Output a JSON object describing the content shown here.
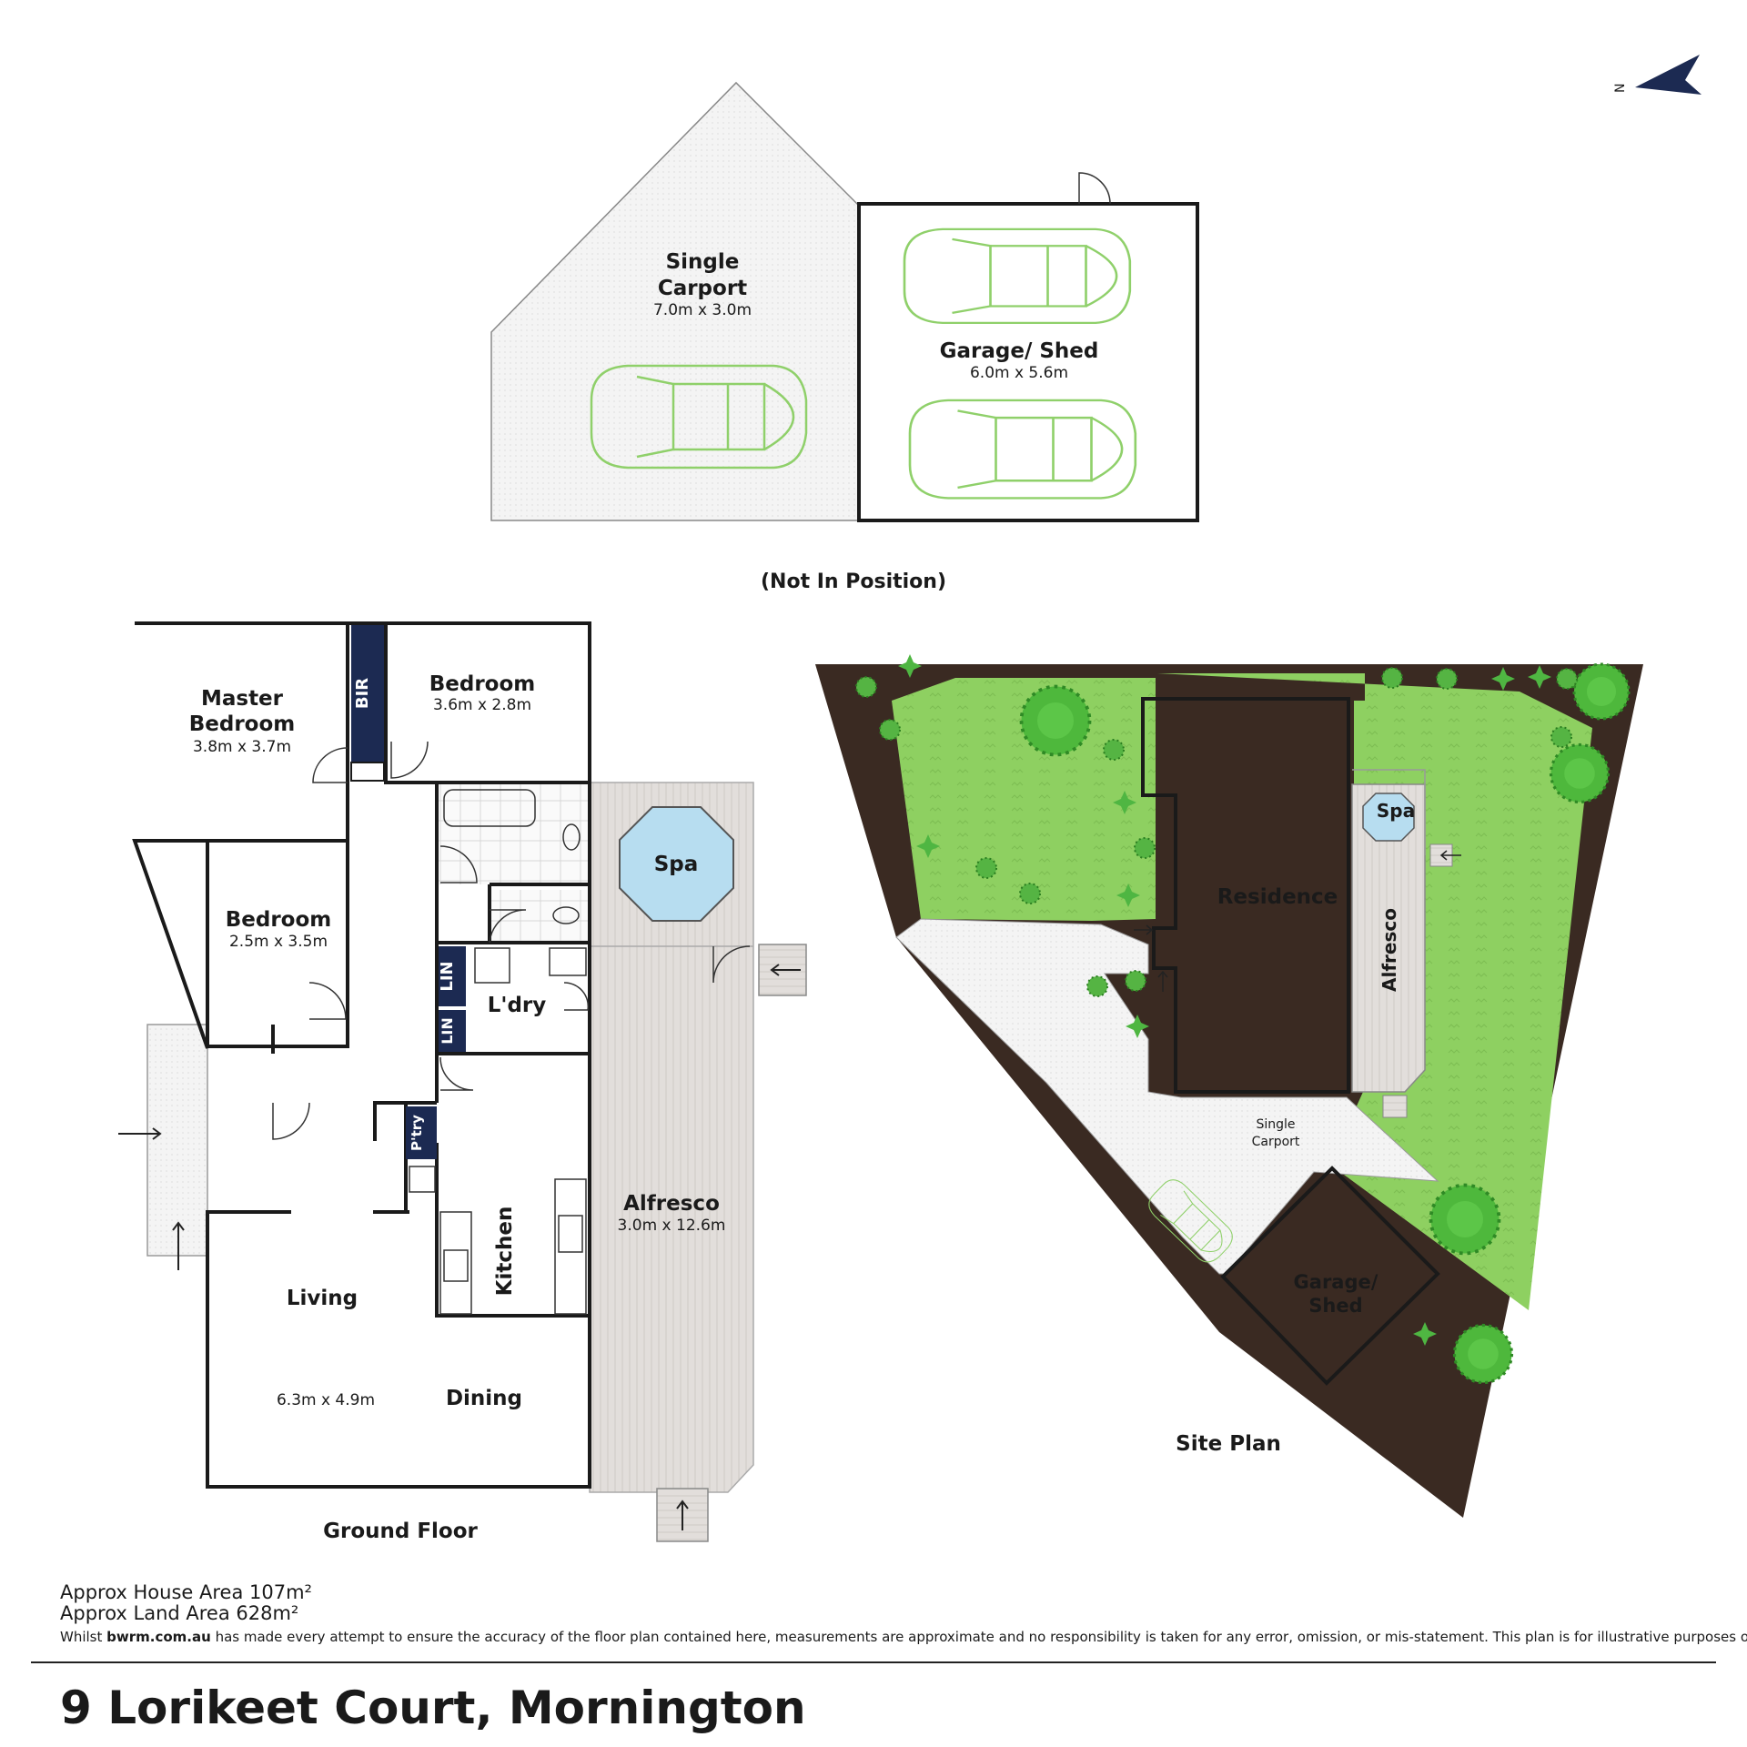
{
  "colors": {
    "wall": "#1a1a1a",
    "deck": "#e2dedb",
    "lawn": "#8ed061",
    "garden_bed": "#3a2a22",
    "robe": "#1c2a52",
    "spa_water": "#b7ddf0",
    "car_outline": "#8fd06a",
    "north_arrow": "#1c2a52"
  },
  "icons": {
    "north_arrow": "north-arrow-icon",
    "spa": "spa-icon",
    "car": "car-icon",
    "tree": "tree-icon",
    "entry_arrow": "entry-arrow-icon"
  },
  "north": {
    "label": "N"
  },
  "outbuildings": {
    "carport": {
      "name_line1": "Single",
      "name_line2": "Carport",
      "dims": "7.0m x 3.0m"
    },
    "garage": {
      "name": "Garage/ Shed",
      "dims": "6.0m x 5.6m"
    },
    "caption": "(Not In Position)"
  },
  "ground_floor": {
    "caption": "Ground Floor",
    "rooms": {
      "master": {
        "name_line1": "Master",
        "name_line2": "Bedroom",
        "dims": "3.8m x 3.7m"
      },
      "bir": {
        "name": "BIR"
      },
      "bedroom_top": {
        "name": "Bedroom",
        "dims": "3.6m x 2.8m"
      },
      "bedroom_side": {
        "name": "Bedroom",
        "dims": "2.5m x 3.5m"
      },
      "spa": {
        "name": "Spa"
      },
      "lin1": {
        "name": "LIN"
      },
      "lin2": {
        "name": "LIN"
      },
      "laundry": {
        "name": "L'dry"
      },
      "pantry": {
        "name": "P'try"
      },
      "kitchen": {
        "name": "Kitchen"
      },
      "alfresco": {
        "name": "Alfresco",
        "dims": "3.0m x 12.6m"
      },
      "living": {
        "name": "Living",
        "dims": "6.3m x 4.9m"
      },
      "dining": {
        "name": "Dining"
      }
    }
  },
  "site_plan": {
    "caption": "Site Plan",
    "labels": {
      "residence": "Residence",
      "spa": "Spa",
      "alfresco": "Alfresco",
      "carport_line1": "Single",
      "carport_line2": "Carport",
      "garage_line1": "Garage/",
      "garage_line2": "Shed"
    }
  },
  "footer": {
    "house_area": "Approx House Area 107m²",
    "land_area": "Approx Land Area 628m²",
    "disclaimer_before": "Whilst ",
    "disclaimer_site": "bwrm.com.au",
    "disclaimer_after": " has made every attempt to ensure the accuracy of the floor plan contained here, measurements are approximate and no responsibility is taken for any error, omission, or mis-statement. This plan is for illustrative purposes only.",
    "address": "9 Lorikeet Court, Mornington"
  }
}
